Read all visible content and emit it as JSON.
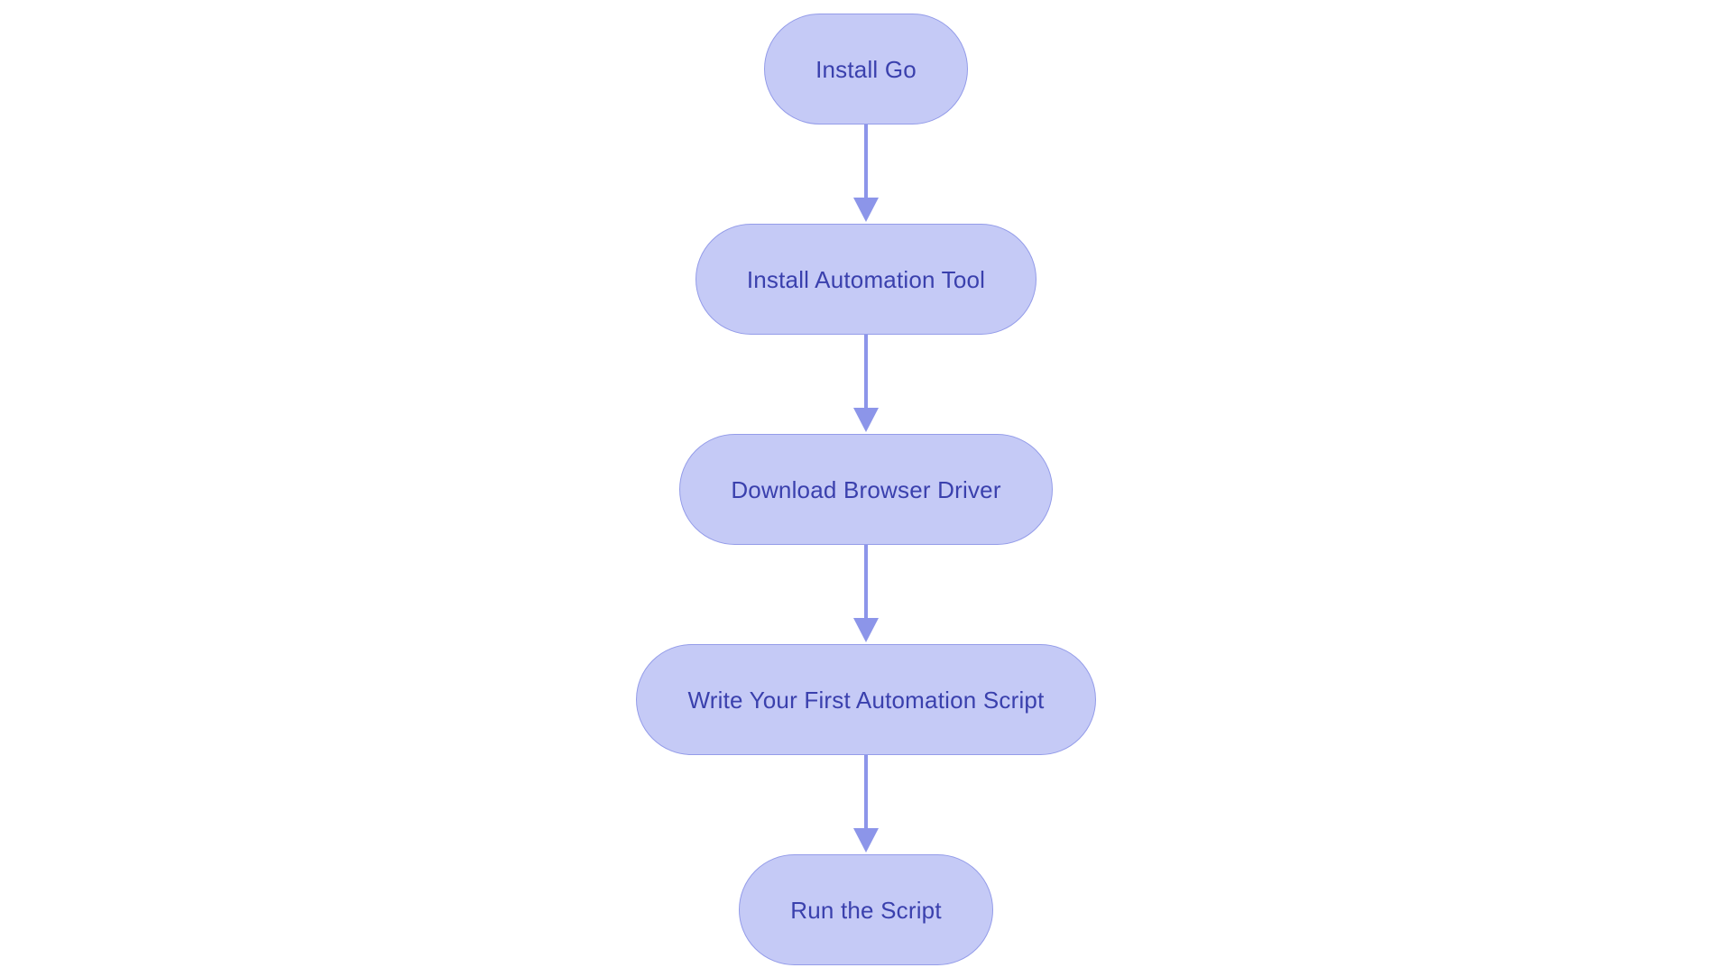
{
  "flowchart": {
    "type": "flowchart",
    "direction": "top-down",
    "nodes": [
      {
        "label": "Install Go"
      },
      {
        "label": "Install Automation Tool"
      },
      {
        "label": "Download Browser Driver"
      },
      {
        "label": "Write Your First Automation Script"
      },
      {
        "label": "Run the Script"
      }
    ],
    "edges": [
      {
        "from": 0,
        "to": 1
      },
      {
        "from": 1,
        "to": 2
      },
      {
        "from": 2,
        "to": 3
      },
      {
        "from": 3,
        "to": 4
      }
    ],
    "colors": {
      "background": "#ffffff",
      "node_fill": "#c5caf6",
      "node_border": "#949ce9",
      "node_text": "#3a40ad",
      "arrow": "#8c95e9"
    }
  }
}
